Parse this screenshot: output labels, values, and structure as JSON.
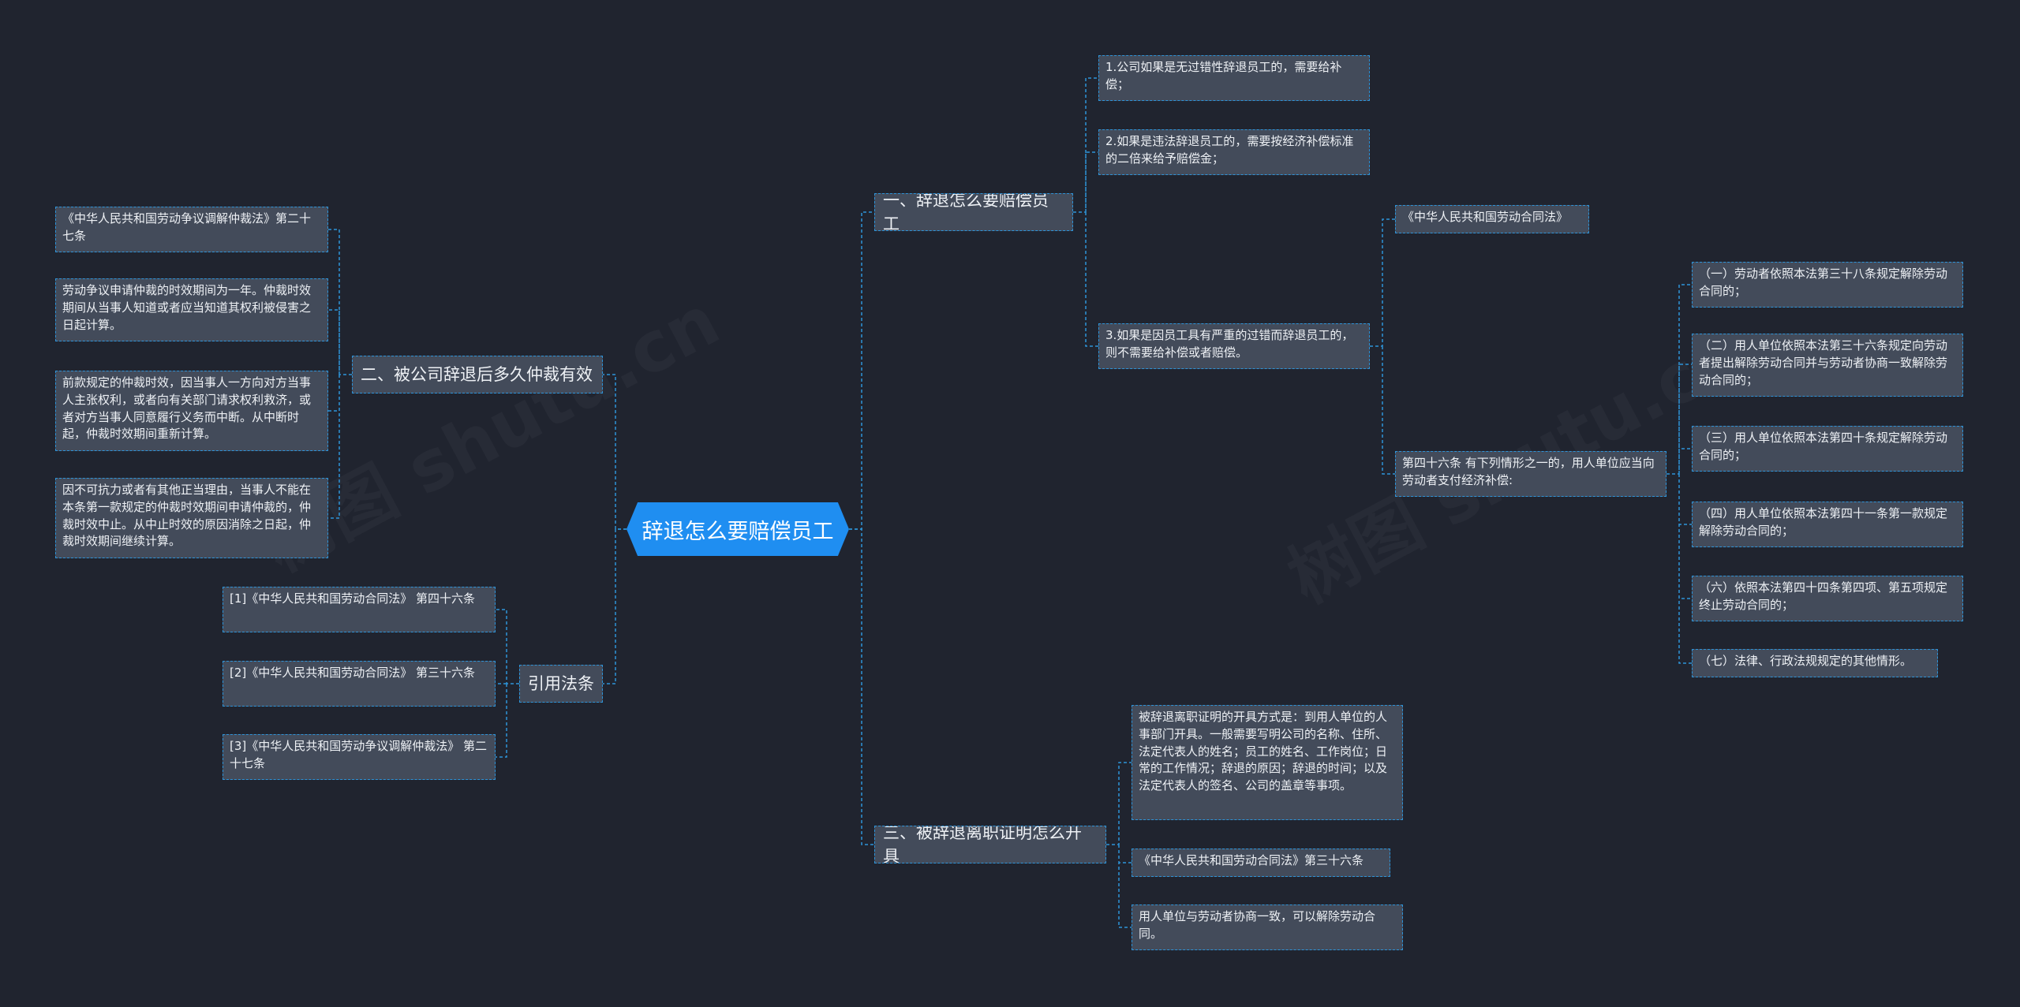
{
  "root": {
    "label": "辞退怎么要赔偿员工"
  },
  "branch1": {
    "label": "一、辞退怎么要赔偿员工",
    "leaves": [
      "1.公司如果是无过错性辞退员工的，需要给补偿；",
      "2.如果是违法辞退员工的，需要按经济补偿标准的二倍来给予赔偿金；",
      "3.如果是因员工具有严重的过错而辞退员工的，则不需要给补偿或者赔偿。"
    ],
    "sub": {
      "law_title": "《中华人民共和国劳动合同法》",
      "article": "第四十六条 有下列情形之一的，用人单位应当向劳动者支付经济补偿:",
      "items": [
        "（一）劳动者依照本法第三十八条规定解除劳动合同的；",
        "（二）用人单位依照本法第三十六条规定向劳动者提出解除劳动合同并与劳动者协商一致解除劳动合同的；",
        "（三）用人单位依照本法第四十条规定解除劳动合同的；",
        "（四）用人单位依照本法第四十一条第一款规定解除劳动合同的；",
        "（六）依照本法第四十四条第四项、第五项规定终止劳动合同的；",
        "（七）法律、行政法规规定的其他情形。"
      ]
    }
  },
  "branch2": {
    "label": "二、被公司辞退后多久仲裁有效",
    "leaves": [
      "《中华人民共和国劳动争议调解仲裁法》第二十七条",
      "劳动争议申请仲裁的时效期间为一年。仲裁时效期间从当事人知道或者应当知道其权利被侵害之日起计算。",
      "前款规定的仲裁时效，因当事人一方向对方当事人主张权利，或者向有关部门请求权利救济，或者对方当事人同意履行义务而中断。从中断时起，仲裁时效期间重新计算。",
      "因不可抗力或者有其他正当理由，当事人不能在本条第一款规定的仲裁时效期间申请仲裁的，仲裁时效中止。从中止时效的原因消除之日起，仲裁时效期间继续计算。"
    ]
  },
  "branch3": {
    "label": "三、被辞退离职证明怎么开具",
    "leaves": [
      "被辞退离职证明的开具方式是：到用人单位的人事部门开具。一般需要写明公司的名称、住所、法定代表人的姓名；员工的姓名、工作岗位；日常的工作情况；辞退的原因；辞退的时间；以及法定代表人的签名、公司的盖章等事项。",
      "《中华人民共和国劳动合同法》第三十六条",
      "用人单位与劳动者协商一致，可以解除劳动合同。"
    ]
  },
  "branch4": {
    "label": "引用法条",
    "leaves": [
      "[1]《中华人民共和国劳动合同法》 第四十六条",
      "[2]《中华人民共和国劳动合同法》 第三十六条",
      "[3]《中华人民共和国劳动争议调解仲裁法》 第二十七条"
    ]
  },
  "colors": {
    "background": "#20242f",
    "root": "#1f8ef1",
    "node": "#434b5a",
    "link": "#2d93d8"
  }
}
